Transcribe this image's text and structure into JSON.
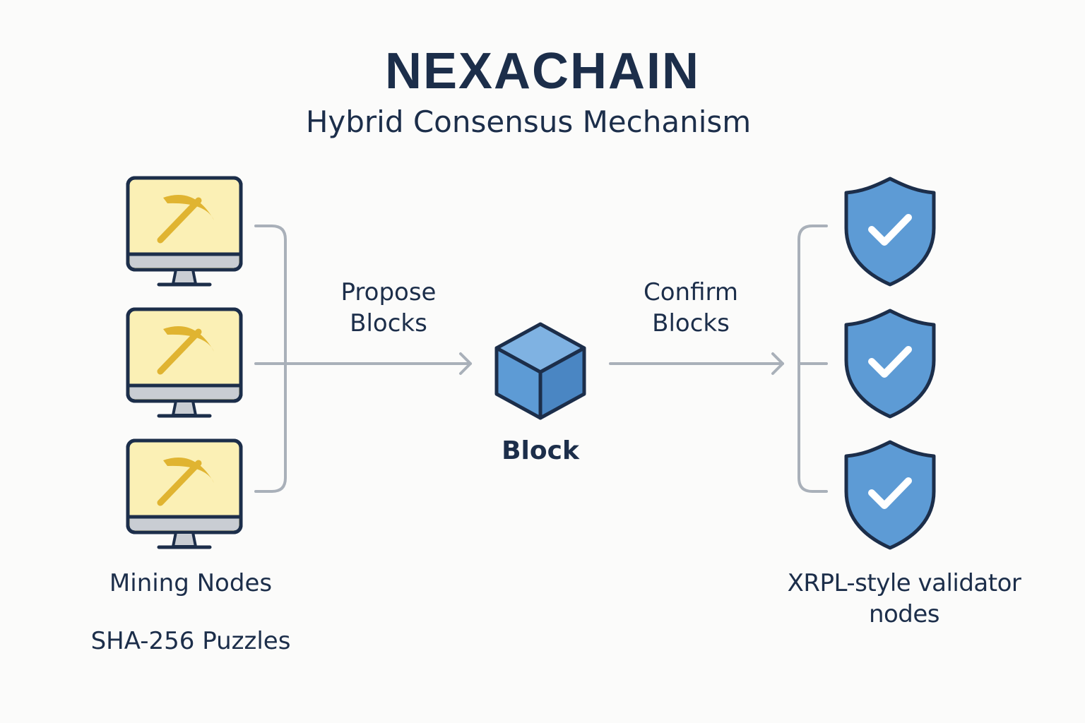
{
  "title": "NEXACHAIN",
  "subtitle": "Hybrid Consensus Mechanism",
  "mining": {
    "label": "Mining Nodes",
    "sublabel": "SHA-256 Puzzles",
    "icon": "pickaxe-monitor-icon",
    "count": 3
  },
  "propose": {
    "line1": "Propose",
    "line2": "Blocks"
  },
  "block": {
    "label": "Block",
    "icon": "cube-icon"
  },
  "confirm": {
    "line1": "Confirm",
    "line2": "Blocks"
  },
  "validators": {
    "line1": "XRPL-style validator",
    "line2": "nodes",
    "icon": "shield-check-icon",
    "count": 3
  },
  "colors": {
    "text": "#1c2e4a",
    "screen": "#fbf0b5",
    "pickaxe": "#e0b431",
    "blue": "#5d9bd5",
    "blue_dark": "#4a86c3",
    "connector": "#a9b0b9"
  }
}
